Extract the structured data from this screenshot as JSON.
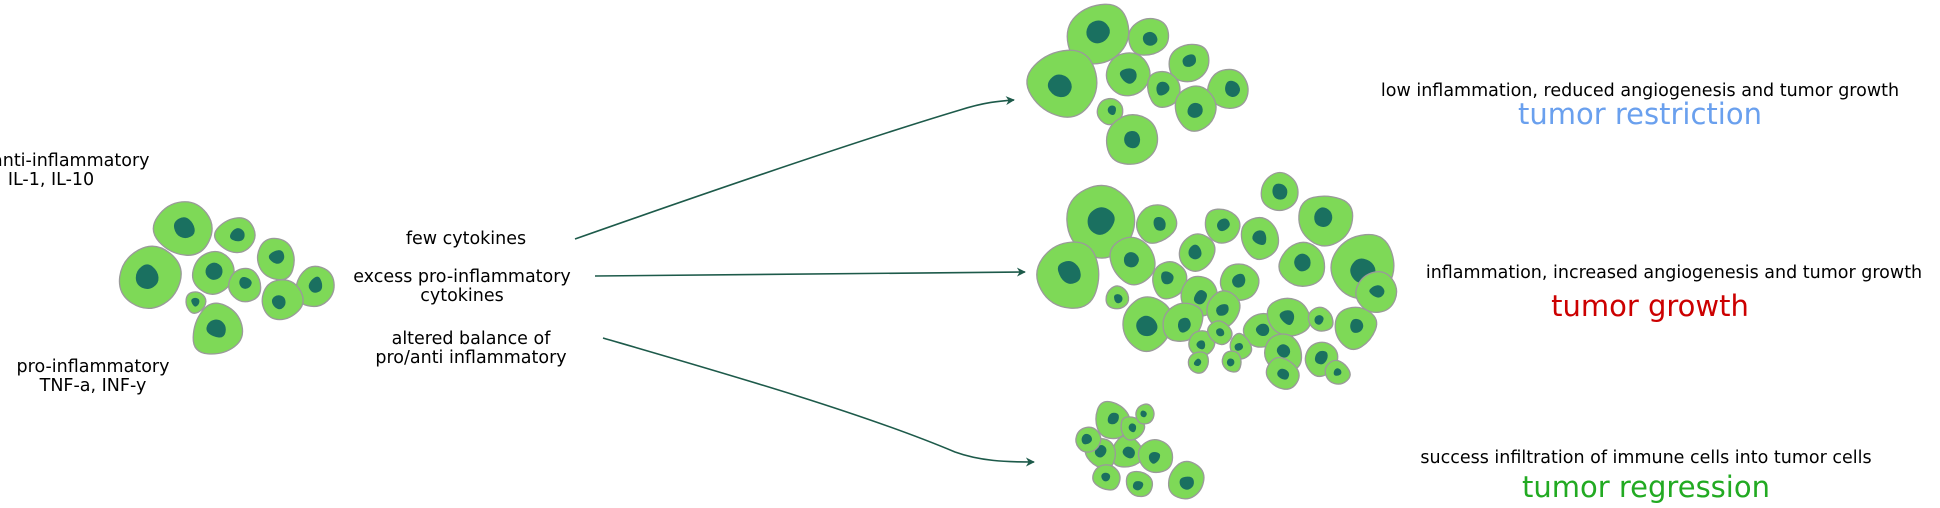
{
  "left_labels": {
    "anti": {
      "line1": "anti-inflammatory",
      "line2": "IL-1, IL-10"
    },
    "pro": {
      "line1": "pro-inflammatory",
      "line2": "TNF-a, INF-y"
    }
  },
  "middle_labels": {
    "few": "few cytokines",
    "excess": {
      "line1": "excess pro-inflammatory",
      "line2": "cytokines"
    },
    "altered": {
      "line1": "altered balance of",
      "line2": "pro/anti inflammatory"
    }
  },
  "outcomes": {
    "restriction": {
      "description": "low inflammation, reduced angiogenesis and tumor growth",
      "title": "tumor restriction",
      "color": "#6aa0ee"
    },
    "growth": {
      "description": "inflammation, increased angiogenesis and tumor growth",
      "title": "tumor growth",
      "color": "#cc0000"
    },
    "regression": {
      "description": "success infiltration of immune cells into tumor cells",
      "title": "tumor regression",
      "color": "#22aa22"
    }
  },
  "colors": {
    "cell": "#7ed957",
    "nucleus": "#1a7060",
    "arrow": "#1d5a4a"
  }
}
